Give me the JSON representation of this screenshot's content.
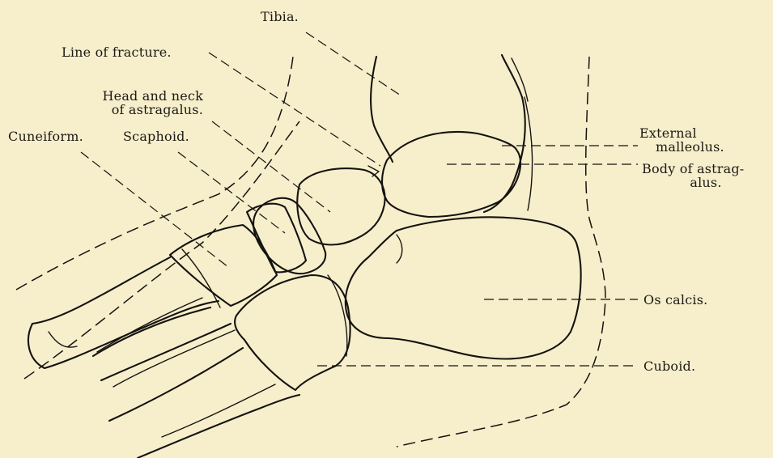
{
  "labels": {
    "tibia": "Tibia.",
    "line_of_fracture": "Line of fracture.",
    "head_neck_line1": "Head and neck",
    "head_neck_line2": "of astragalus.",
    "cuneiform": "Cuneiform.",
    "scaphoid": "Scaphoid.",
    "external_malleolus_line1": "External",
    "external_malleolus_line2": "malleolus.",
    "body_astragalus_line1": "Body of astrag-",
    "body_astragalus_line2": "alus.",
    "os_calcis": "Os calcis.",
    "cuboid": "Cuboid."
  },
  "colors": {
    "paper": "#f7eecb",
    "ink": "#141310"
  }
}
